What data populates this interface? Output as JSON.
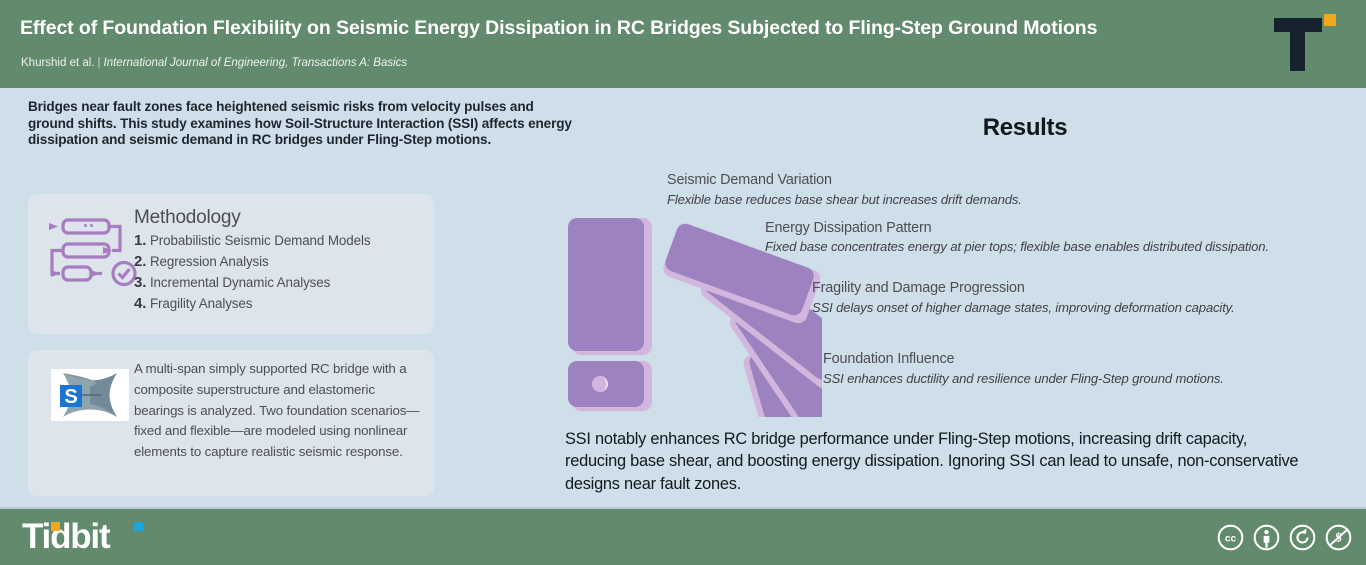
{
  "header": {
    "title": "Effect of Foundation Flexibility on Seismic Energy Dissipation in RC Bridges Subjected to Fling-Step Ground Motions",
    "authors": "Khurshid et al.",
    "divider": "|",
    "journal": "International Journal of Engineering, Transactions A: Basics",
    "logo_icon": "tidbit-t-logo",
    "brand_dark": "#16232e",
    "brand_orange": "#f0a81e",
    "header_bg": "#628a6c"
  },
  "intro": {
    "text": "Bridges near fault zones face heightened seismic risks from velocity pulses and ground shifts. This study examines how Soil-Structure Interaction (SSI) affects energy dissipation and seismic demand in RC bridges under Fling-Step motions."
  },
  "methodology": {
    "icon": "workflow-process-icon",
    "title": "Methodology",
    "steps": [
      {
        "num": "1.",
        "label": "Probabilistic Seismic Demand Models"
      },
      {
        "num": "2.",
        "label": "Regression Analysis"
      },
      {
        "num": "3.",
        "label": "Incremental Dynamic Analyses"
      },
      {
        "num": "4.",
        "label": "Fragility Analyses"
      }
    ]
  },
  "model_card": {
    "icon": "sap2000-logo-icon",
    "icon_letter": "S",
    "text": "A multi-span simply supported RC bridge with a composite superstructure and elastomeric bearings is analyzed. Two foundation scenarios—fixed and flexible—are modeled using nonlinear elements to capture realistic seismic response."
  },
  "results": {
    "heading": "Results",
    "graphic_icon": "color-swatch-fan-icon",
    "graphic_color": "#9d82c0",
    "graphic_color_light": "#d2b6de",
    "items": [
      {
        "title": "Seismic Demand Variation",
        "desc": "Flexible base reduces base shear but increases drift demands."
      },
      {
        "title": "Energy Dissipation Pattern",
        "desc": "Fixed base concentrates energy at pier tops; flexible base enables distributed dissipation."
      },
      {
        "title": "Fragility and Damage Progression",
        "desc": "SSI delays onset of higher damage states, improving deformation capacity."
      },
      {
        "title": "Foundation Influence",
        "desc": "SSI enhances ductility and resilience under Fling-Step ground motions."
      }
    ],
    "conclusion": "SSI notably enhances RC bridge performance under Fling-Step motions, increasing drift capacity, reducing base shear, and boosting energy dissipation. Ignoring SSI can lead to unsafe, non-conservative designs near fault zones."
  },
  "footer": {
    "brand": "Tidbit",
    "dot_orange": "#f0a81e",
    "dot_blue": "#1ea5e0",
    "licenses": [
      {
        "name": "cc-icon",
        "label": "CC"
      },
      {
        "name": "cc-by-icon",
        "label": "BY"
      },
      {
        "name": "cc-sa-icon",
        "label": "SA"
      },
      {
        "name": "cc-nc-icon",
        "label": "NC"
      }
    ]
  }
}
